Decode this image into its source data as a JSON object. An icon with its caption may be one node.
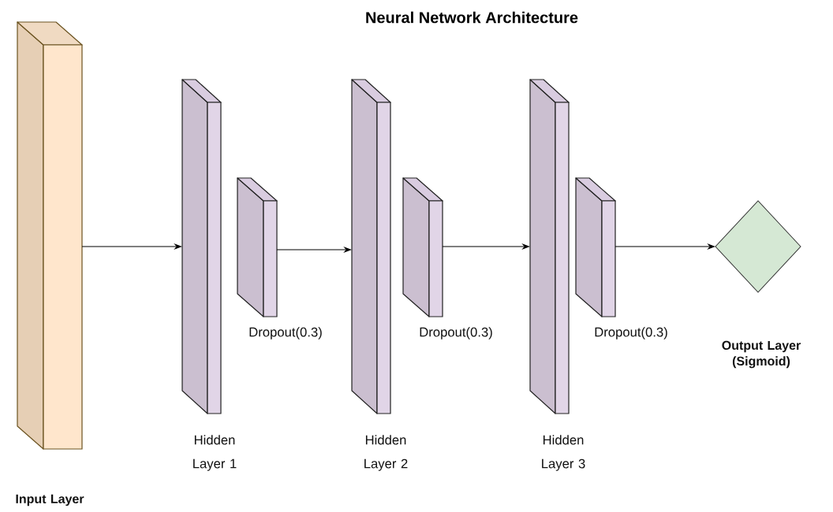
{
  "diagram": {
    "title": "Neural Network Architecture",
    "nodes": [
      {
        "text": [
          "Input Layer"
        ]
      },
      {
        "text": [
          "Hidden Layer 1"
        ]
      },
      {
        "text": [
          "Dropout(0.3)"
        ]
      },
      {
        "text": [
          "Hidden Layer 2"
        ]
      },
      {
        "text": [
          "Dropout(0.3)"
        ]
      },
      {
        "text": [
          "Hidden Layer 3"
        ]
      },
      {
        "text": [
          "Dropout(0.3)"
        ]
      },
      {
        "text": [
          "Output Layer (Sigmoid)"
        ]
      }
    ],
    "edges": [
      {
        "from": 0,
        "to": 1,
        "arrow": "to"
      },
      {
        "from": 2,
        "to": 3,
        "arrow": "to"
      },
      {
        "from": 4,
        "to": 5,
        "arrow": "to"
      },
      {
        "from": 6,
        "to": 7,
        "arrow": "to"
      }
    ]
  }
}
